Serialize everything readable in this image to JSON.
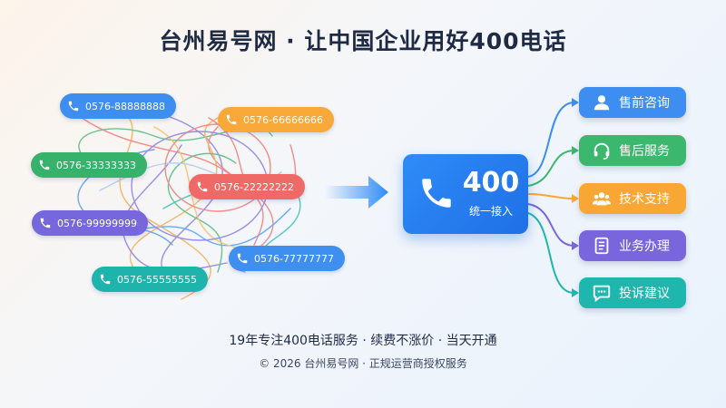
{
  "header": {
    "title": "台州易号网 · 让中国企业用好400电话"
  },
  "numbers": [
    {
      "label": "0576-88888888",
      "color": "#3d8ef0",
      "icon": "phone-icon"
    },
    {
      "label": "0576-66666666",
      "color": "#f9a83a",
      "icon": "phone-icon"
    },
    {
      "label": "0576-33333333",
      "color": "#37b26a",
      "icon": "phone-icon"
    },
    {
      "label": "0576-22222222",
      "color": "#ef6a66",
      "icon": "phone-icon"
    },
    {
      "label": "0576-99999999",
      "color": "#7667dd",
      "icon": "phone-icon"
    },
    {
      "label": "0576-77777777",
      "color": "#3f8ff0",
      "icon": "phone-icon"
    },
    {
      "label": "0576-55555555",
      "color": "#1eb3ab",
      "icon": "phone-icon"
    }
  ],
  "hub": {
    "number": "400",
    "subtitle": "统一接入",
    "color": "#2a80f2",
    "icon": "phone-icon"
  },
  "services": [
    {
      "label": "售前咨询",
      "color": "#3d8ef0",
      "icon": "user-icon"
    },
    {
      "label": "售后服务",
      "color": "#3bb76e",
      "icon": "headset-icon"
    },
    {
      "label": "技术支持",
      "color": "#f9a734",
      "icon": "team-icon"
    },
    {
      "label": "业务办理",
      "color": "#7a66dc",
      "icon": "document-icon"
    },
    {
      "label": "投诉建议",
      "color": "#1fb7ad",
      "icon": "chat-icon"
    }
  ],
  "footer": {
    "tagline": "19年专注400电话服务 · 续费不涨价 · 当天开通",
    "copyright": "© 2026 台州易号网 · 正规运营商授权服务"
  }
}
